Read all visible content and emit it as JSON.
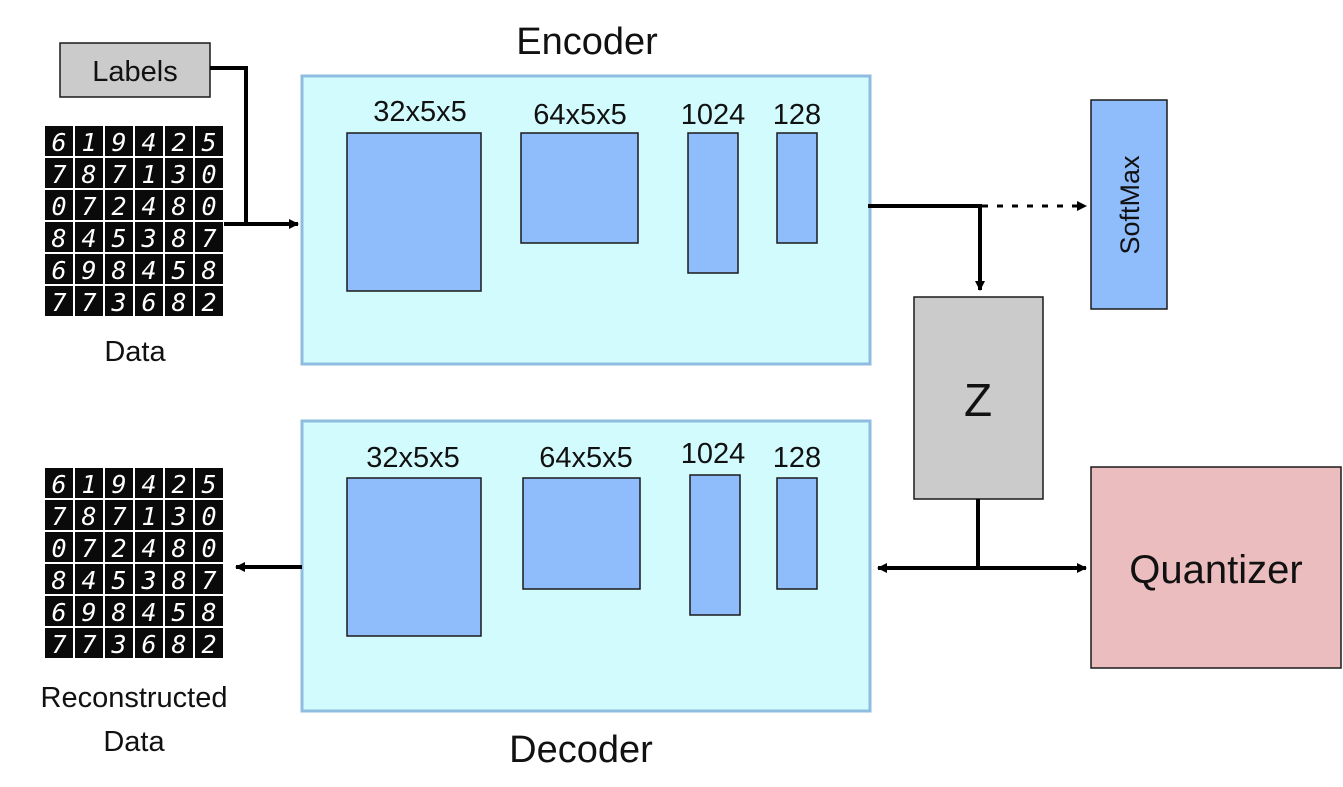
{
  "encoder": {
    "title": "Encoder",
    "layers": [
      "32x5x5",
      "64x5x5",
      "1024",
      "128"
    ]
  },
  "decoder": {
    "title": "Decoder",
    "layers": [
      "32x5x5",
      "64x5x5",
      "1024",
      "128"
    ]
  },
  "labels_box": "Labels",
  "data_label": "Data",
  "reconstructed_label": {
    "line1": "Reconstructed",
    "line2": "Data"
  },
  "softmax_label": "SoftMax",
  "z_label": "Z",
  "quantizer_label": "Quantizer",
  "digit_grid": {
    "rows": [
      [
        "6",
        "1",
        "9",
        "4",
        "2",
        "5"
      ],
      [
        "7",
        "8",
        "7",
        "1",
        "3",
        "0"
      ],
      [
        "0",
        "7",
        "2",
        "4",
        "8",
        "0"
      ],
      [
        "8",
        "4",
        "5",
        "3",
        "8",
        "7"
      ],
      [
        "6",
        "9",
        "8",
        "4",
        "5",
        "8"
      ],
      [
        "7",
        "7",
        "3",
        "6",
        "8",
        "2"
      ]
    ]
  },
  "colors": {
    "block_fill": "#d2fbfd",
    "block_stroke": "#8fbde0",
    "layer_fill": "#8fbcfb",
    "z_fill": "#cbcbcb",
    "softmax_fill": "#8fbcfb",
    "quantizer_fill": "#ebbdbe",
    "labels_fill": "#cbcbcb"
  }
}
